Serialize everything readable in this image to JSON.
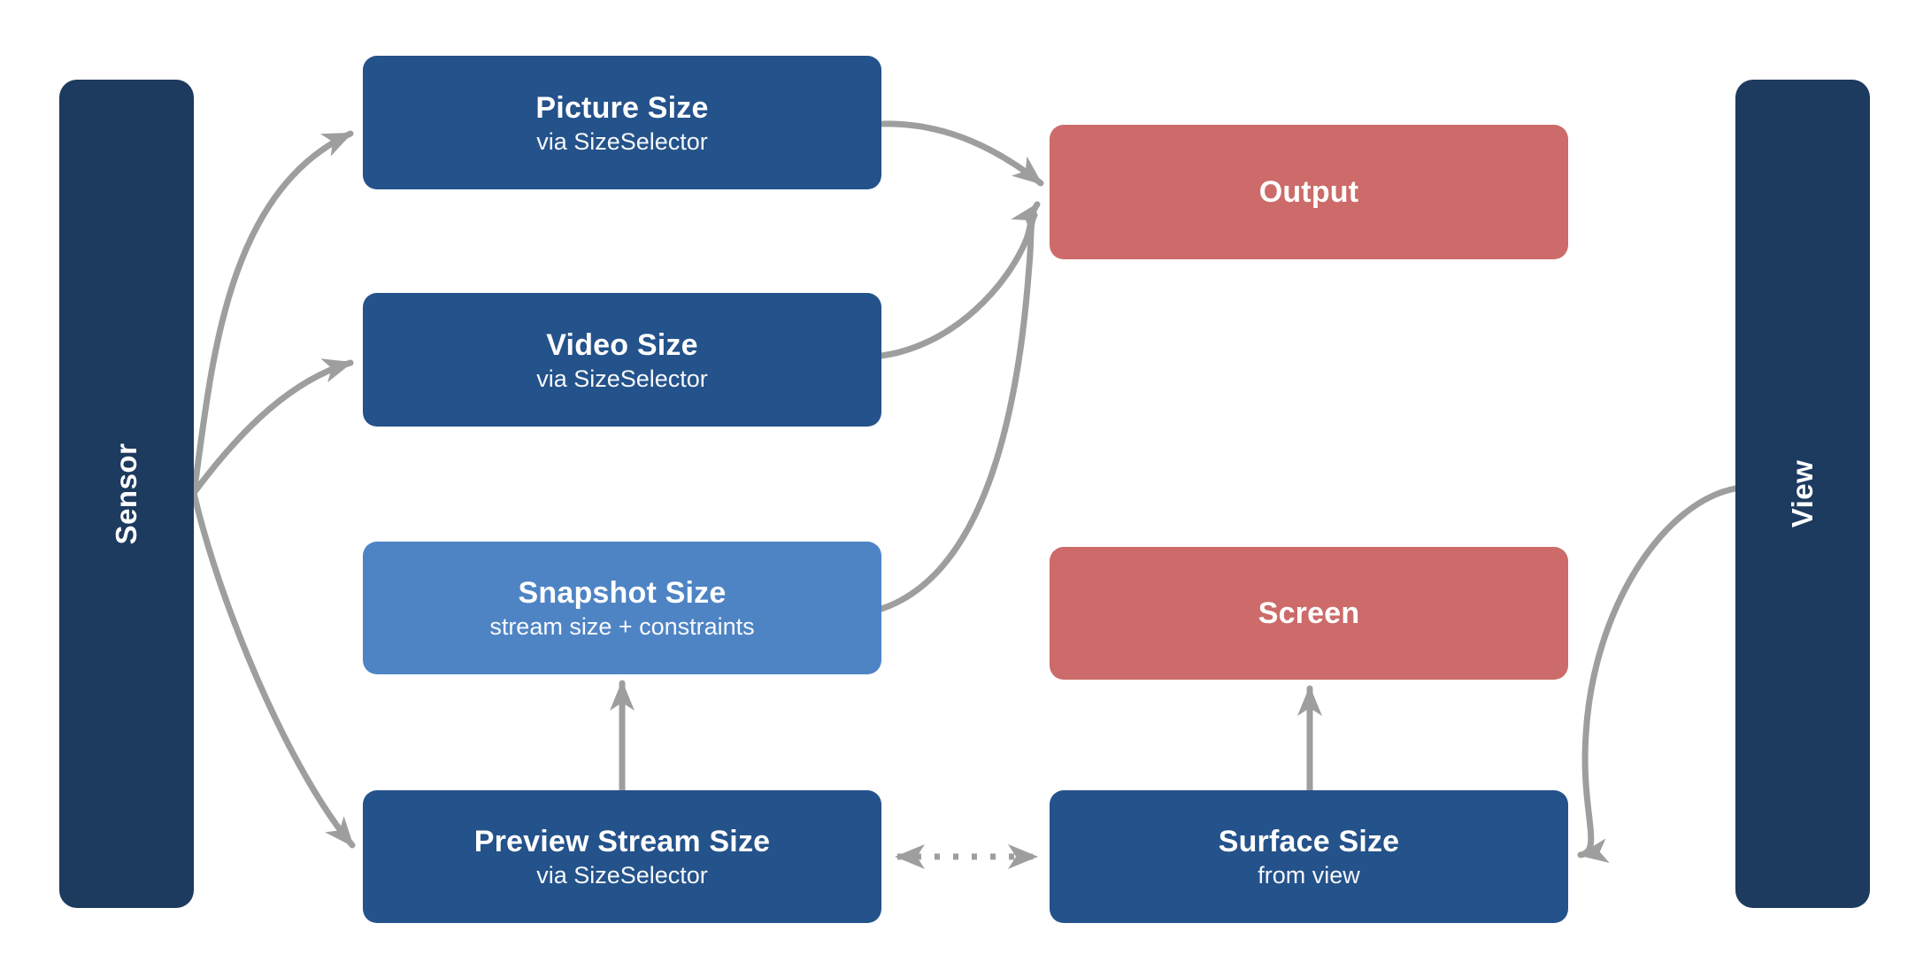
{
  "diagram": {
    "title_semantic": "Camera size-selection flow",
    "sensor": {
      "label": "Sensor"
    },
    "view": {
      "label": "View"
    },
    "nodes": {
      "picture": {
        "title": "Picture Size",
        "subtitle": "via SizeSelector"
      },
      "video": {
        "title": "Video Size",
        "subtitle": "via SizeSelector"
      },
      "snapshot": {
        "title": "Snapshot Size",
        "subtitle": "stream size + constraints"
      },
      "preview": {
        "title": "Preview Stream Size",
        "subtitle": "via SizeSelector"
      },
      "output": {
        "title": "Output"
      },
      "screen": {
        "title": "Screen"
      },
      "surface": {
        "title": "Surface Size",
        "subtitle": "from view"
      }
    },
    "edges": [
      {
        "from": "sensor",
        "to": "picture",
        "style": "solid-curve",
        "arrow": "end"
      },
      {
        "from": "sensor",
        "to": "video",
        "style": "solid-curve",
        "arrow": "end"
      },
      {
        "from": "sensor",
        "to": "preview",
        "style": "solid-curve",
        "arrow": "end"
      },
      {
        "from": "picture",
        "to": "output",
        "style": "solid-curve",
        "arrow": "end"
      },
      {
        "from": "video",
        "to": "output",
        "style": "solid-curve",
        "arrow": "end"
      },
      {
        "from": "snapshot",
        "to": "output",
        "style": "solid-curve",
        "arrow": "merged"
      },
      {
        "from": "preview",
        "to": "snapshot",
        "style": "solid-straight",
        "arrow": "end"
      },
      {
        "from": "surface",
        "to": "screen",
        "style": "solid-straight",
        "arrow": "end"
      },
      {
        "from": "preview",
        "to": "surface",
        "style": "dotted-straight",
        "arrow": "both"
      },
      {
        "from": "view",
        "to": "surface",
        "style": "solid-curve",
        "arrow": "end"
      }
    ],
    "colors": {
      "bar_navy": "#1d3a5f",
      "node_blue": "#24528a",
      "node_light_blue": "#4e84c4",
      "node_red": "#cc6b69",
      "arrow_gray": "#9e9e9e",
      "text": "#ffffff",
      "background": "#ffffff"
    }
  }
}
